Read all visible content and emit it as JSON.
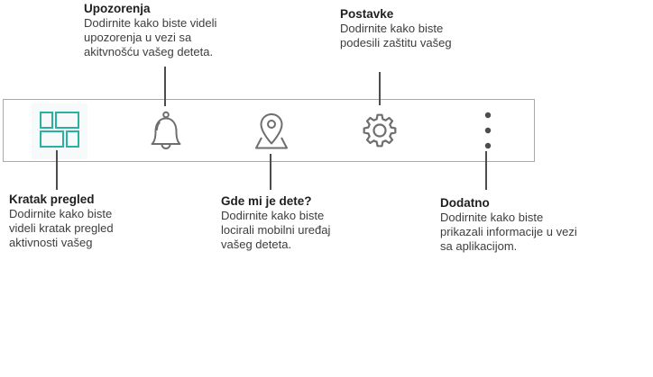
{
  "colors": {
    "accent_teal": "#2bb0a4",
    "icon_gray": "#6e6e6e",
    "dots_gray": "#4d4d4d",
    "toolbar_border": "#a8a8a8",
    "connector_line": "#4d4d4d"
  },
  "toolbar": {
    "items": [
      {
        "icon": "dashboard-icon",
        "callout_key": "kratak_pregled"
      },
      {
        "icon": "bell-icon",
        "callout_key": "upozorenja"
      },
      {
        "icon": "location-pin-icon",
        "callout_key": "gde_mi_je_dete"
      },
      {
        "icon": "gear-icon",
        "callout_key": "postavke"
      },
      {
        "icon": "more-dots-icon",
        "callout_key": "dodatno"
      }
    ]
  },
  "callouts": {
    "upozorenja": {
      "title": "Upozorenja",
      "body": "Dodirnite kako biste videli\nupozorenja u vezi sa\nakitvnošću vašeg deteta."
    },
    "postavke": {
      "title": "Postavke",
      "body": "Dodirnite kako biste\npodesili zaštitu vašeg"
    },
    "kratak_pregled": {
      "title": "Kratak pregled",
      "body": "Dodirnite kako biste\nvideli kratak pregled\naktivnosti vašeg"
    },
    "gde_mi_je_dete": {
      "title": "Gde mi je dete?",
      "body": "Dodirnite kako biste\nlocirali mobilni uređaj\nvašeg deteta."
    },
    "dodatno": {
      "title": "Dodatno",
      "body": "Dodirnite kako biste\nprikazali informacije u vezi\nsa aplikacijom."
    }
  }
}
